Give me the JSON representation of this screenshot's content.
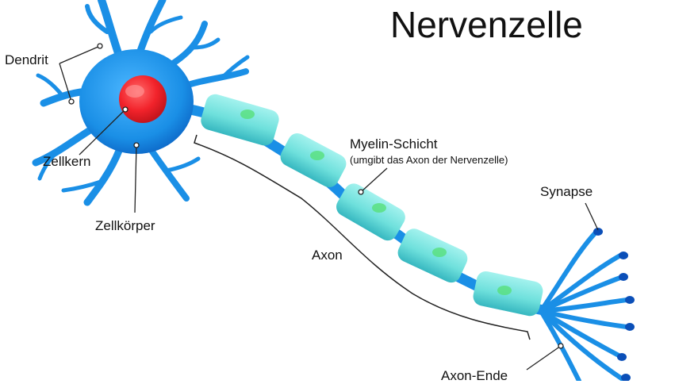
{
  "title": "Nervenzelle",
  "labels": {
    "dendrit": "Dendrit",
    "zellkern": "Zellkern",
    "zellkoerper": "Zellkörper",
    "myelin": "Myelin-Schicht",
    "myelin_note": "(umgibt das Axon der Nervenzelle)",
    "axon": "Axon",
    "synapse": "Synapse",
    "axon_ende": "Axon-Ende"
  },
  "colors": {
    "cell": "#1a8fe6",
    "cell_dark": "#0b63c4",
    "nucleus": "#f2232b",
    "myelin": "#6ee0dc",
    "myelin_dark": "#36b7c0",
    "node": "#58e07a",
    "line": "#222222"
  }
}
